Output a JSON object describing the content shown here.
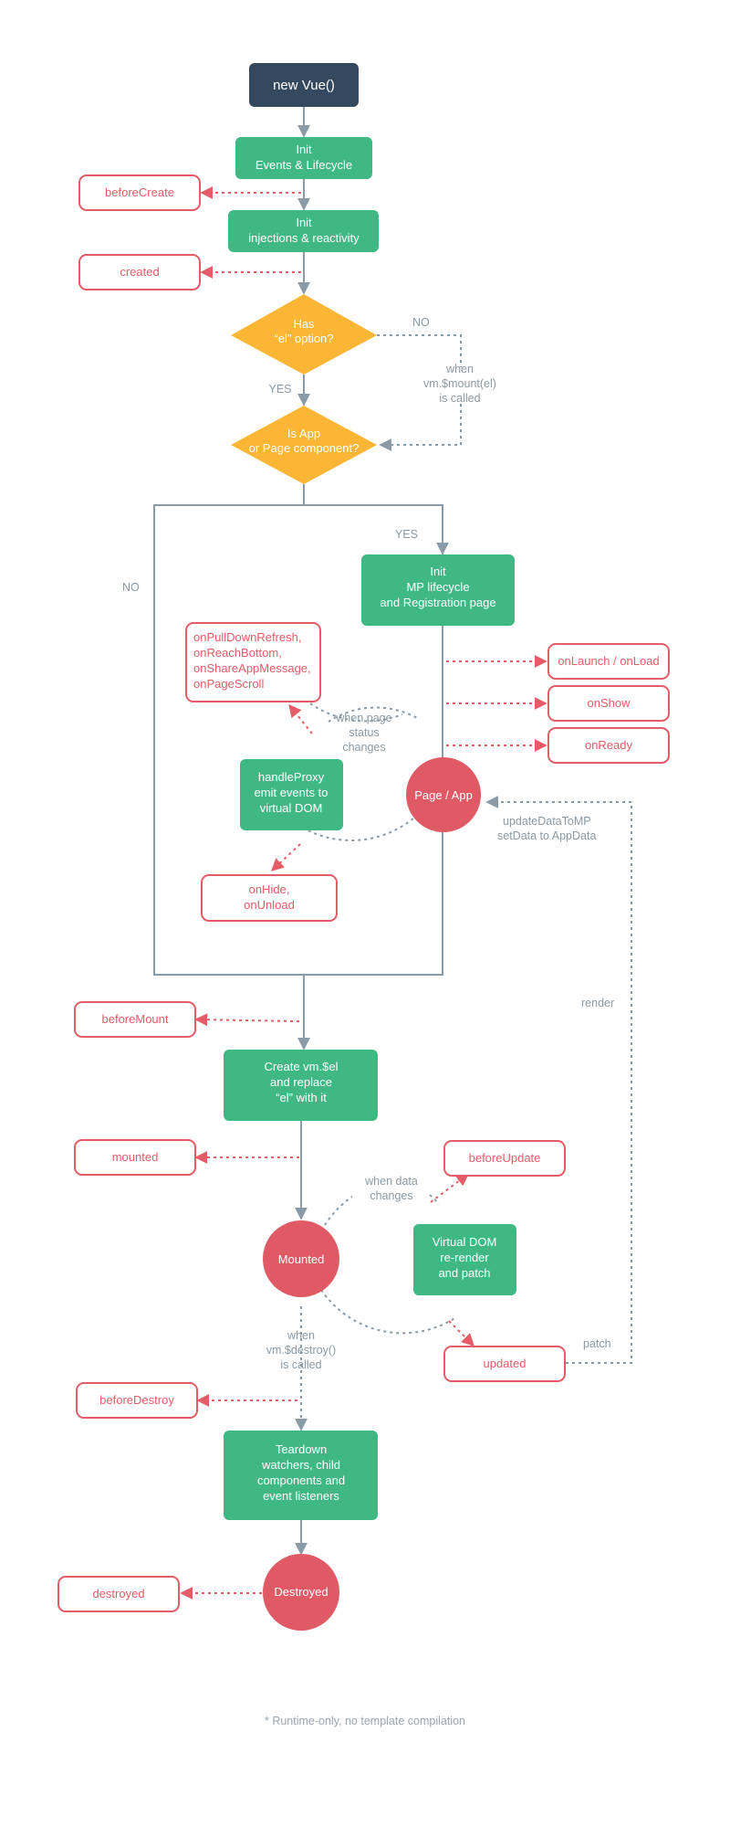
{
  "colors": {
    "dark_box": "#35495e",
    "green_box": "#3fb883",
    "yellow_diamond": "#fbb636",
    "red_circle": "#e05a66",
    "hook_red": "#e45c67",
    "line_gray": "#8a9aa6"
  },
  "nodes": {
    "new_vue": "new Vue()",
    "init_events": [
      "Init",
      "Events & Lifecycle"
    ],
    "init_injections": [
      "Init",
      "injections & reactivity"
    ],
    "has_el": [
      "Has",
      "“el” option?"
    ],
    "is_app": [
      "Is App",
      "or Page component?"
    ],
    "init_mp": [
      "Init",
      "MP lifecycle",
      "and Registration page"
    ],
    "handle_proxy": [
      "handleProxy",
      "emit events to",
      "virtual DOM"
    ],
    "page_app": "Page / App",
    "create_el": [
      "Create vm.$el",
      "and replace",
      "“el” with it"
    ],
    "mounted_circle": "Mounted",
    "vdom": [
      "Virtual DOM",
      "re-render",
      "and patch"
    ],
    "teardown": [
      "Teardown",
      "watchers, child",
      "components and",
      "event listeners"
    ],
    "destroyed_circle": "Destroyed"
  },
  "hooks": {
    "before_create": "beforeCreate",
    "created": "created",
    "page_events": [
      "onPullDownRefresh,",
      "onReachBottom,",
      "onShareAppMessage,",
      "onPageScroll"
    ],
    "on_launch": "onLaunch / onLoad",
    "on_show": "onShow",
    "on_ready": "onReady",
    "on_hide": [
      "onHide,",
      "onUnload"
    ],
    "before_mount": "beforeMount",
    "mounted": "mounted",
    "before_update": "beforeUpdate",
    "updated": "updated",
    "before_destroy": "beforeDestroy",
    "destroyed": "destroyed"
  },
  "labels": {
    "no_1": "NO",
    "yes_1": "YES",
    "when_mount": [
      "when",
      "vm.$mount(el)",
      "is called"
    ],
    "no_2": "NO",
    "yes_2": "YES",
    "page_status": [
      "when page",
      "status",
      "changes"
    ],
    "update_data": [
      "updateDataToMP",
      "setData to AppData"
    ],
    "render": "render",
    "data_changes": [
      "when data",
      "changes"
    ],
    "patch": "patch",
    "when_destroy": [
      "when",
      "vm.$destroy()",
      "is called"
    ]
  },
  "footnote": "* Runtime-only, no template compilation"
}
